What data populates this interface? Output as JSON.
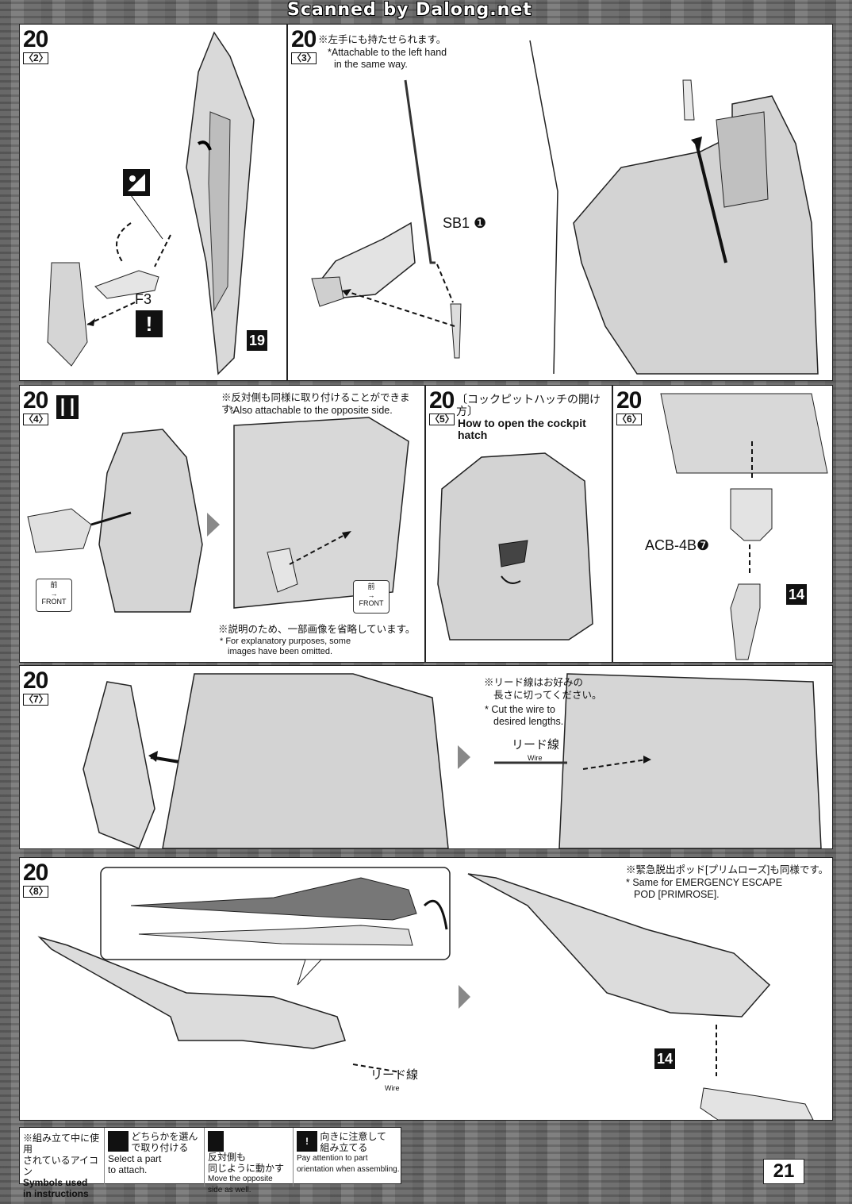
{
  "watermark": "Scanned by Dalong.net",
  "page_number": "21",
  "panels": {
    "p2": {
      "step": "20",
      "sub": "2",
      "part": "F3",
      "ref": "19"
    },
    "p3": {
      "step": "20",
      "sub": "3",
      "note_jp": "※左手にも持たせられます。",
      "note_en": "*Attachable to the left hand",
      "note_en2": "in the same way.",
      "part": "SB1",
      "part_num": "❶"
    },
    "p4": {
      "step": "20",
      "sub": "4",
      "note_jp": "※反対側も同様に取り付けることができます。",
      "note_en": "*Also attachable to the opposite side.",
      "omit_jp": "※説明のため、一部画像を省略しています。",
      "omit_en": "* For explanatory purposes, some",
      "omit_en2": "images have been omitted.",
      "front_jp": "前",
      "front_en": "FRONT"
    },
    "p5": {
      "step": "20",
      "sub": "5",
      "title_jp": "〔コックピットハッチの開け方〕",
      "title_en": "How to open the cockpit hatch"
    },
    "p6": {
      "step": "20",
      "sub": "6",
      "part": "ACB-4B",
      "part_num": "❼",
      "ref": "14"
    },
    "p7": {
      "step": "20",
      "sub": "7",
      "note_jp": "※リード線はお好みの",
      "note_jp2": "長さに切ってください。",
      "note_en": "* Cut the wire to",
      "note_en2": "desired lengths.",
      "wire_jp": "リード線",
      "wire_en": "Wire"
    },
    "p8": {
      "step": "20",
      "sub": "8",
      "note_jp": "※緊急脱出ポッド[プリムローズ]も同様です。",
      "note_en": "* Same for EMERGENCY ESCAPE",
      "note_en2": "POD [PRIMROSE].",
      "wire_jp": "リード線",
      "wire_en": "Wire",
      "ref": "14"
    }
  },
  "legend": {
    "title_jp": "※組み立て中に使用",
    "title_jp2": "されているアイコン",
    "title_en": "Symbols used",
    "title_en2": "in instructions",
    "items": [
      {
        "jp": "どちらかを選ん",
        "jp2": "で取り付ける",
        "en": "Select a part",
        "en2": "to attach."
      },
      {
        "jp": "反対側も",
        "jp2": "同じように動かす",
        "en": "Move the opposite",
        "en2": "side as well."
      },
      {
        "jp": "向きに注意して",
        "jp2": "組み立てる",
        "en": "Pay attention to part",
        "en2": "orientation when assembling."
      }
    ]
  }
}
